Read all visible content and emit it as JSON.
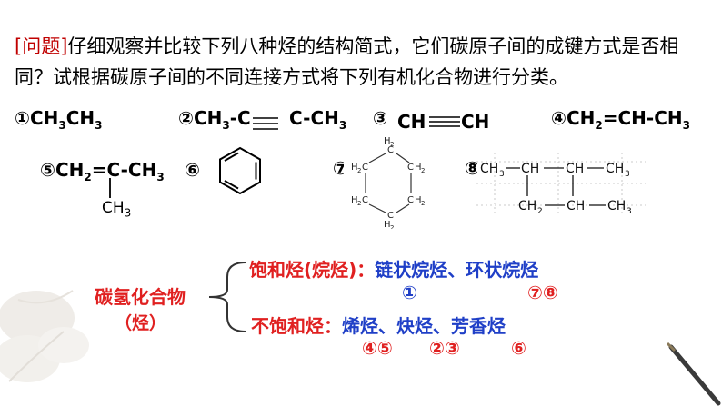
{
  "question": {
    "tag": "[问题]",
    "text": "仔细观察并比较下列八种烃的结构简式，它们碳原子间的成键方式是否相同？试根据碳原子间的不同连接方式将下列有机化合物进行分类。"
  },
  "compounds": {
    "c1": {
      "num": "①",
      "formula": "CH3CH3"
    },
    "c2": {
      "num": "②",
      "left": "CH3-C",
      "right": "C-CH3"
    },
    "c3": {
      "num": "③",
      "left": "CH",
      "right": "CH"
    },
    "c4": {
      "num": "④",
      "formula": "CH2=CH-CH3"
    },
    "c5": {
      "num": "⑤",
      "formula": "CH2=C-CH3",
      "branch": "CH3"
    },
    "c6": {
      "num": "⑥"
    },
    "c7": {
      "num": "⑦",
      "ring_label": "H2C"
    },
    "c8": {
      "num": "⑧",
      "row1": [
        "CH3",
        "CH",
        "CH",
        "CH3"
      ],
      "row2": [
        "CH2",
        "CH",
        "CH3"
      ]
    }
  },
  "classification": {
    "root": "碳氢化合物",
    "root_sub": "（烃）",
    "saturated": {
      "label": "饱和烃(烷烃)：",
      "types": "链状烷烃、环状烷烃",
      "members": [
        "①",
        "⑦⑧"
      ]
    },
    "unsaturated": {
      "label": "不饱和烃：",
      "types": "烯烃、炔烃、芳香烃",
      "members": [
        "④⑤",
        "②③",
        "⑥"
      ]
    }
  },
  "colors": {
    "red": "#e02020",
    "blue": "#1f3fc7",
    "tag": "#c00000"
  }
}
